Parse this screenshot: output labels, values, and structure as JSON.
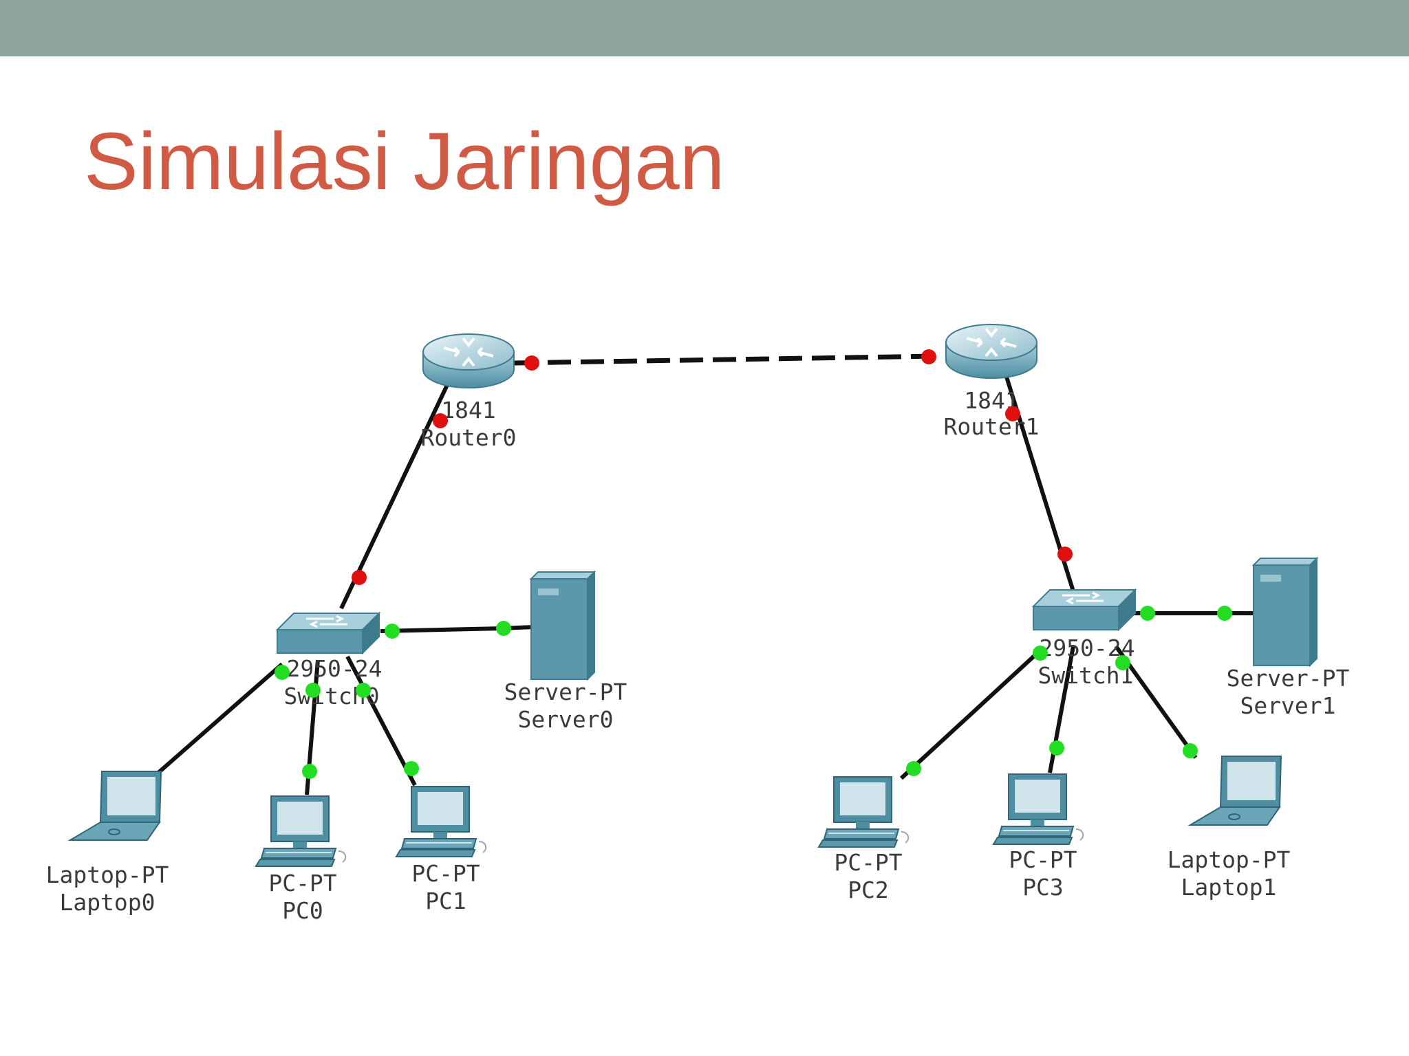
{
  "slide": {
    "title": "Simulasi Jaringan"
  },
  "colors": {
    "header_bar": "#8fa39a",
    "title": "#d05a43",
    "link_down": "#e01010",
    "link_up": "#22dd22",
    "cable": "#111111",
    "device": "#5b98ab"
  },
  "devices": {
    "router0": {
      "icon": "router-icon",
      "line1": "1841",
      "line2": "Router0"
    },
    "router1": {
      "icon": "router-icon",
      "line1": "1841",
      "line2": "Router1"
    },
    "switch0": {
      "icon": "switch-icon",
      "line1": "2950-24",
      "line2": "Switch0"
    },
    "switch1": {
      "icon": "switch-icon",
      "line1": "2950-24",
      "line2": "Switch1"
    },
    "server0": {
      "icon": "server-icon",
      "line1": "Server-PT",
      "line2": "Server0"
    },
    "server1": {
      "icon": "server-icon",
      "line1": "Server-PT",
      "line2": "Server1"
    },
    "laptop0": {
      "icon": "laptop-icon",
      "line1": "Laptop-PT",
      "line2": "Laptop0"
    },
    "laptop1": {
      "icon": "laptop-icon",
      "line1": "Laptop-PT",
      "line2": "Laptop1"
    },
    "pc0": {
      "icon": "pc-icon",
      "line1": "PC-PT",
      "line2": "PC0"
    },
    "pc1": {
      "icon": "pc-icon",
      "line1": "PC-PT",
      "line2": "PC1"
    },
    "pc2": {
      "icon": "pc-icon",
      "line1": "PC-PT",
      "line2": "PC2"
    },
    "pc3": {
      "icon": "pc-icon",
      "line1": "PC-PT",
      "line2": "PC3"
    }
  },
  "links": [
    {
      "from": "router0",
      "to": "router1",
      "cable": "serial-dashed",
      "status": "down"
    },
    {
      "from": "router0",
      "to": "switch0",
      "cable": "straight",
      "status": "down"
    },
    {
      "from": "router1",
      "to": "switch1",
      "cable": "straight",
      "status": "down"
    },
    {
      "from": "switch0",
      "to": "server0",
      "cable": "straight",
      "status": "up"
    },
    {
      "from": "switch0",
      "to": "laptop0",
      "cable": "straight",
      "status": "up"
    },
    {
      "from": "switch0",
      "to": "pc0",
      "cable": "straight",
      "status": "up"
    },
    {
      "from": "switch0",
      "to": "pc1",
      "cable": "straight",
      "status": "up"
    },
    {
      "from": "switch1",
      "to": "server1",
      "cable": "straight",
      "status": "up"
    },
    {
      "from": "switch1",
      "to": "pc2",
      "cable": "straight",
      "status": "up"
    },
    {
      "from": "switch1",
      "to": "pc3",
      "cable": "straight",
      "status": "up"
    },
    {
      "from": "switch1",
      "to": "laptop1",
      "cable": "straight",
      "status": "up"
    }
  ]
}
